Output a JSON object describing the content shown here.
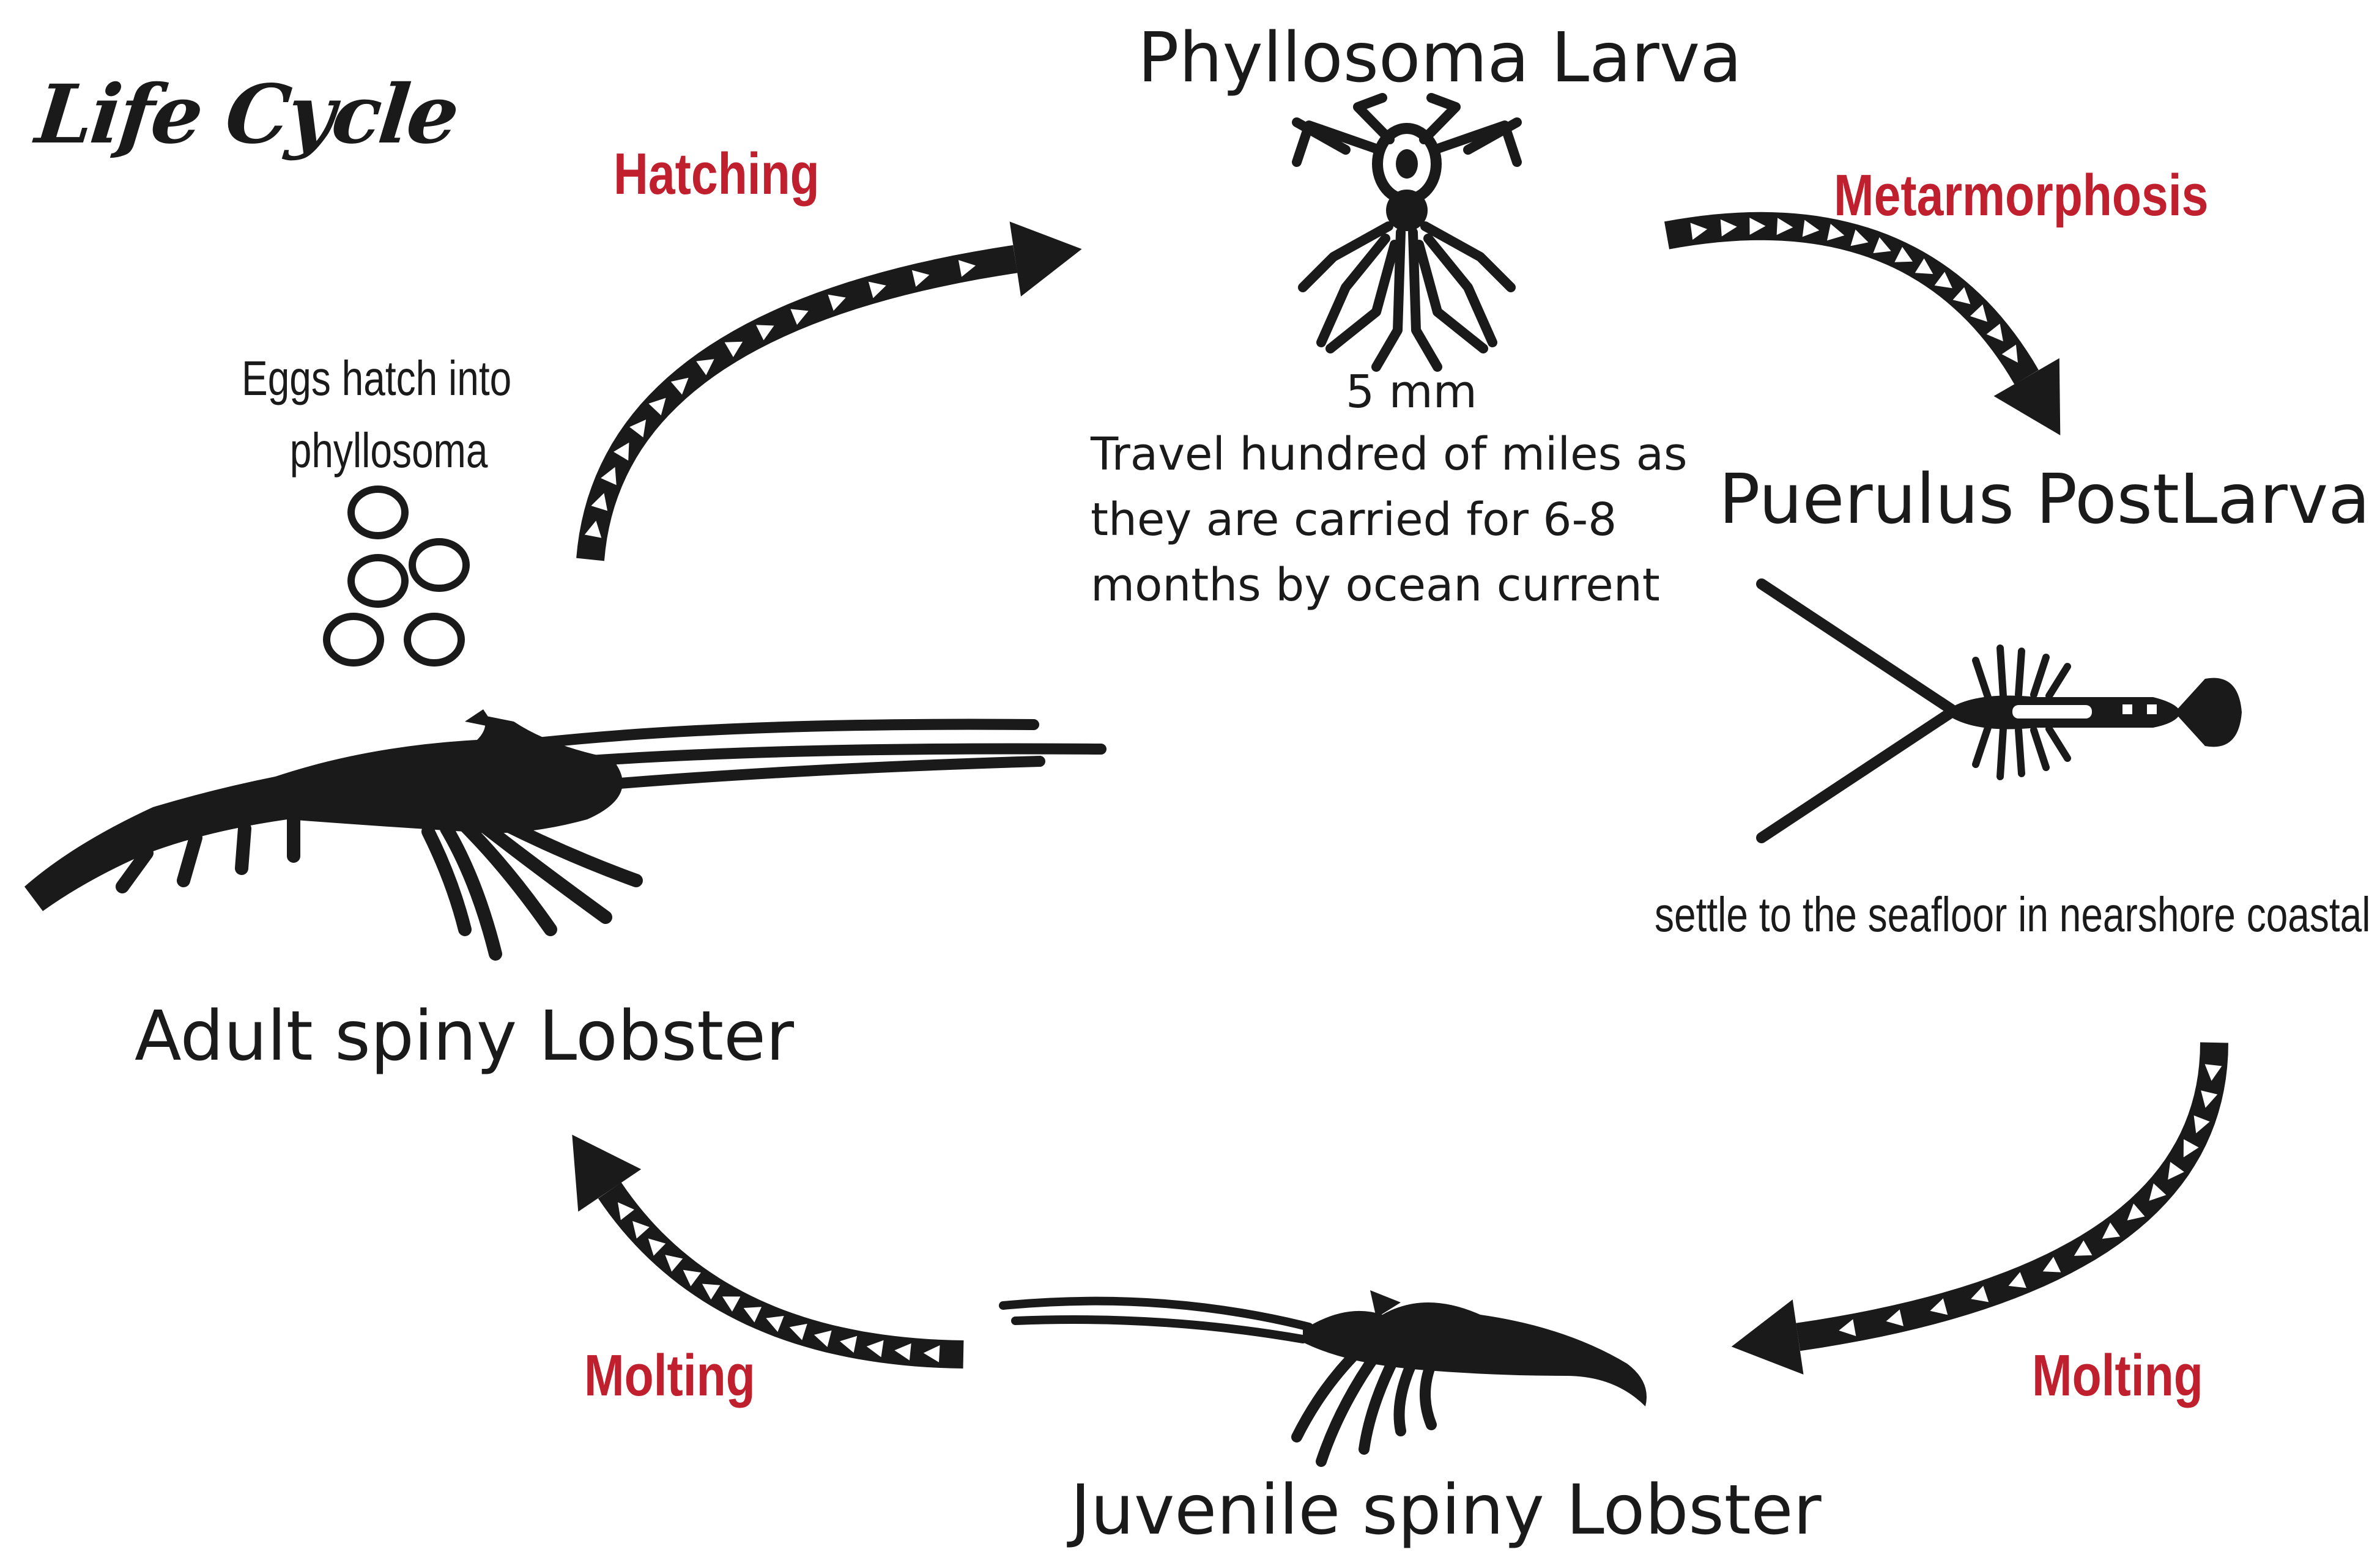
{
  "title": "Life Cycle",
  "colors": {
    "ink": "#1a1a1a",
    "process": "#c0202e",
    "background": "#ffffff"
  },
  "stages": {
    "phyllosoma": {
      "label": "Phyllosoma Larva",
      "size": "5 mm",
      "note_lines": [
        "Travel hundred of miles as",
        "they are carried for 6-8",
        "months by ocean current"
      ]
    },
    "puerulus": {
      "label": "Puerulus PostLarva",
      "note": "settle to  the seafloor in nearshore coastal habitat"
    },
    "juvenile": {
      "label": "Juvenile spiny Lobster"
    },
    "adult": {
      "label": "Adult spiny Lobster"
    },
    "eggs": {
      "note_lines": [
        "Eggs hatch into",
        "phyllosoma"
      ]
    }
  },
  "processes": {
    "hatching": "Hatching",
    "metamorphosis": "Metarmorphosis",
    "molting_right": "Molting",
    "molting_left": "Molting"
  },
  "icons": [
    "egg-icon",
    "phyllosoma-larva-icon",
    "puerulus-postlarva-icon",
    "juvenile-lobster-icon",
    "adult-lobster-icon",
    "cycle-arrow-icon"
  ]
}
